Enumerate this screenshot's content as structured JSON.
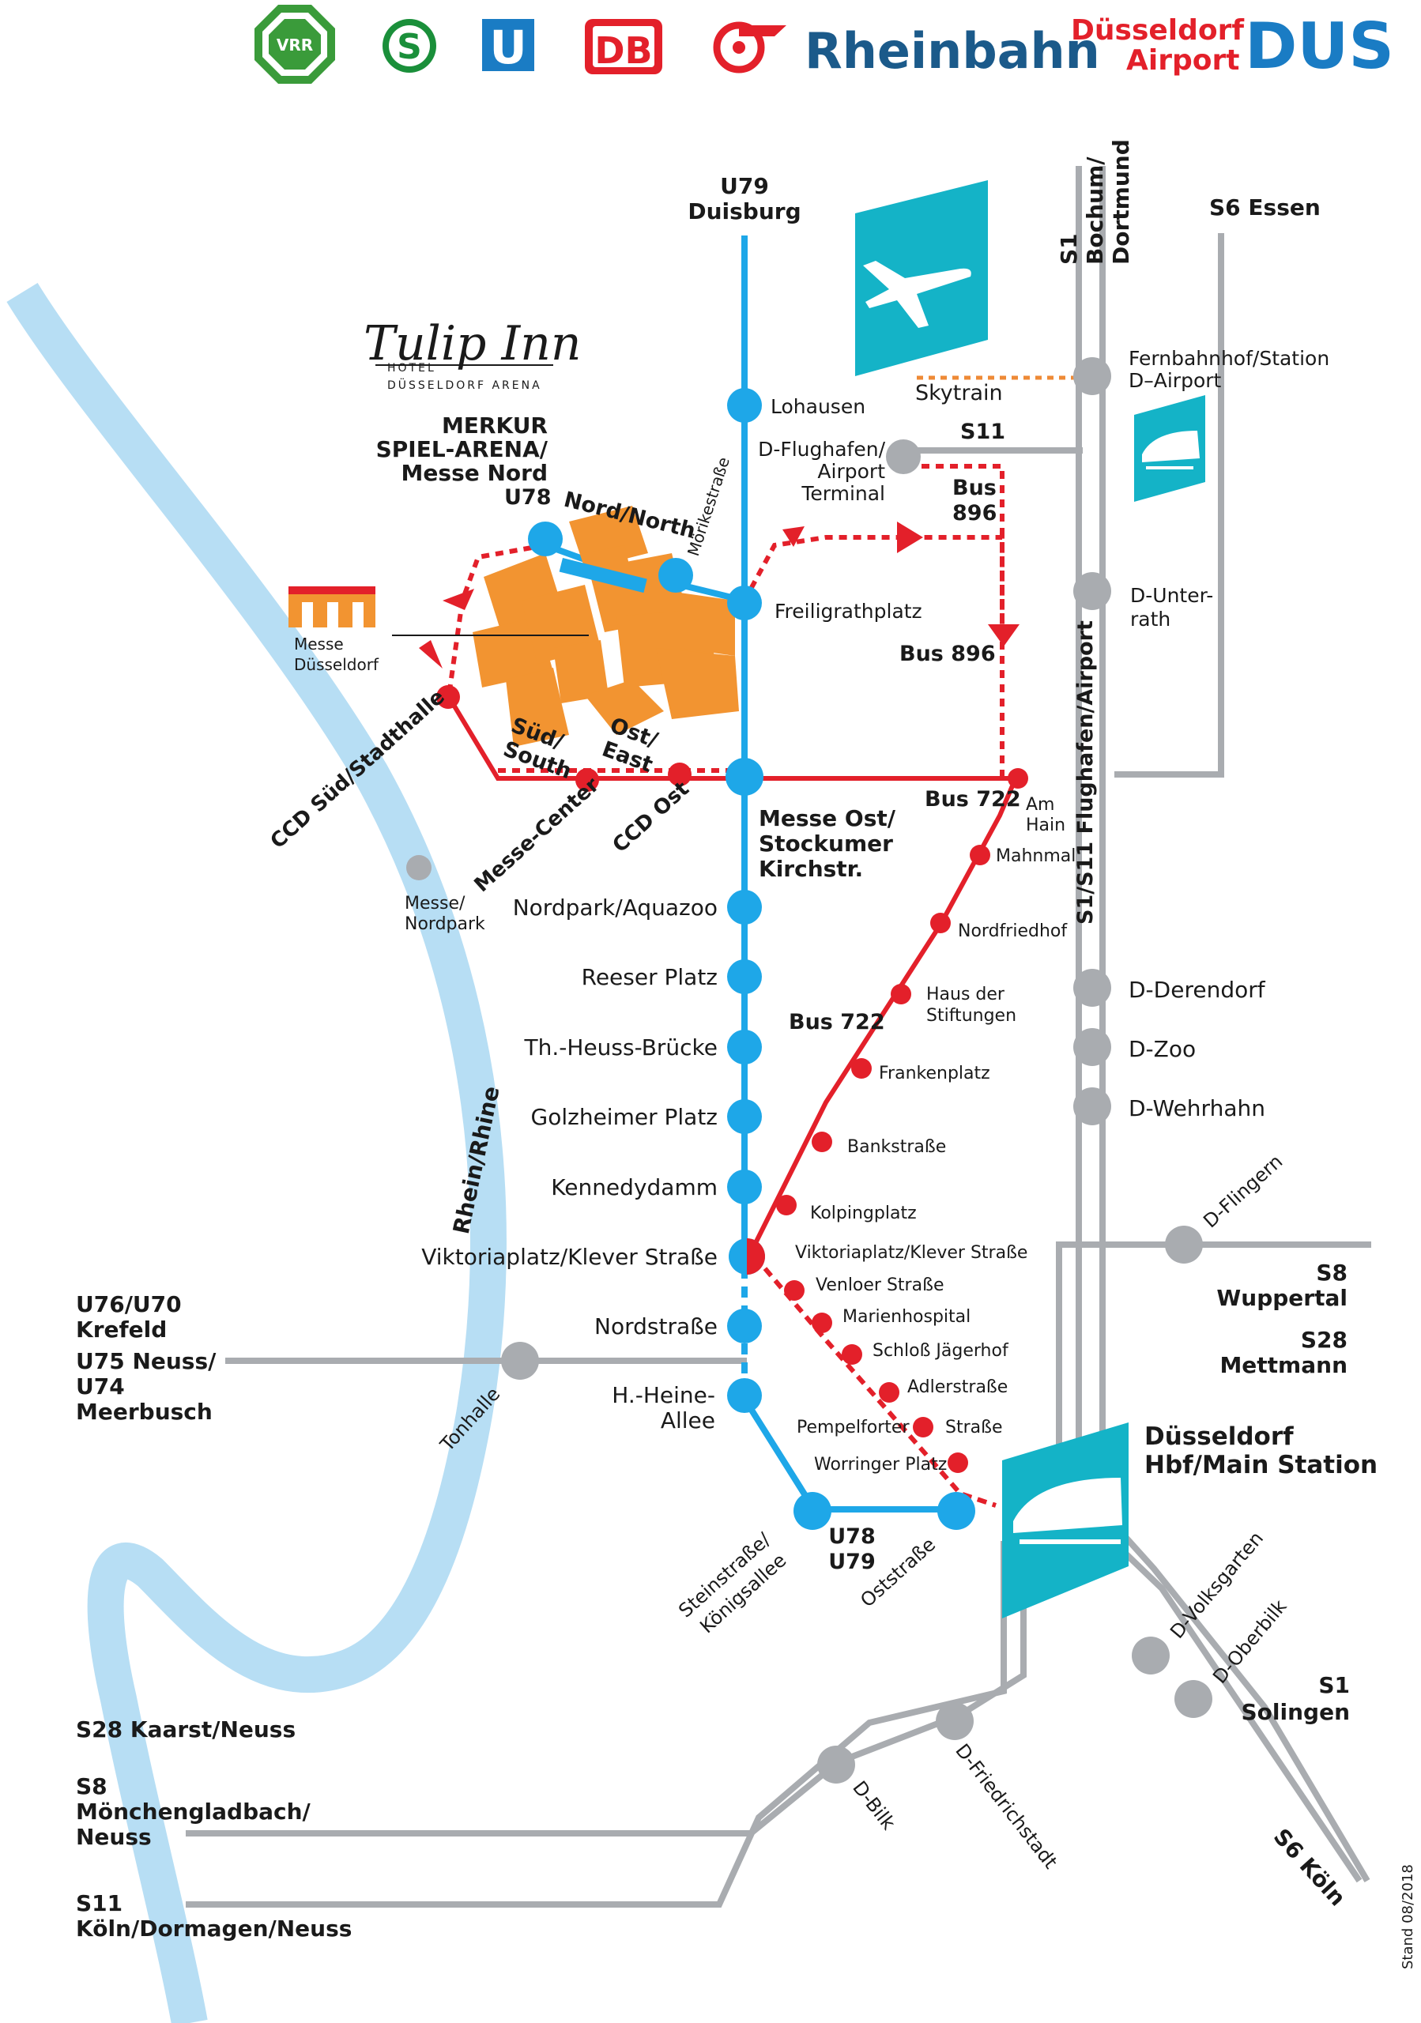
{
  "logos": {
    "vrr": "VRR",
    "sbahn": "S",
    "ubahn": "U",
    "db": "DB",
    "rheinbahn": "Rheinbahn",
    "airport_line1": "Düsseldorf",
    "airport_line2": "Airport",
    "dus": "DUS"
  },
  "hotel": {
    "name": "Tulip Inn",
    "sub1": "HOTEL",
    "sub2": "DÜSSELDORF ARENA"
  },
  "messe_logo": {
    "line1": "Messe",
    "line2": "Düsseldorf"
  },
  "river": {
    "name": "Rhein/Rhine"
  },
  "destinations": {
    "u79_duisburg_1": "U79",
    "u79_duisburg_2": "Duisburg",
    "s1_line1": "S1",
    "s1_line2": "Bochum/",
    "s1_line3": "Dortmund",
    "s6_essen": "S6 Essen",
    "s8_wuppertal_1": "S8",
    "s8_wuppertal_2": "Wuppertal",
    "s28_mettmann_1": "S28",
    "s28_mettmann_2": "Mettmann",
    "u76_1": "U76/U70",
    "u76_2": "Krefeld",
    "u76_3": "U75 Neuss/",
    "u76_4": "U74",
    "u76_5": "Meerbusch",
    "s28_kaarst": "S28 Kaarst/Neuss",
    "s8_mg_1": "S8",
    "s8_mg_2": "Mönchengladbach/",
    "s8_mg_3": "Neuss",
    "s11_1": "S11",
    "s11_2": "Köln/Dormagen/Neuss",
    "s1_solingen_1": "S1",
    "s1_solingen_2": "Solingen",
    "s6_koeln": "S6 Köln"
  },
  "line_labels": {
    "skytrain": "Skytrain",
    "s11": "S11",
    "bus896_a1": "Bus",
    "bus896_a2": "896",
    "bus896_b": "Bus 896",
    "bus722_a": "Bus 722",
    "bus722_b": "Bus 722",
    "s1s11": "S1/S11 Flughafen/Airport",
    "u78u79_1": "U78",
    "u78u79_2": "U79",
    "u78": "U78",
    "nord_north": "Nord/North",
    "sued_1": "Süd/",
    "sued_2": "South",
    "ost_1": "Ost/",
    "ost_2": "East"
  },
  "stations": {
    "lohausen": "Lohausen",
    "flughafen_1": "D-Flughafen/",
    "flughafen_2": "Airport",
    "flughafen_3": "Terminal",
    "fernbahnhof_1": "Fernbahnhof/Station",
    "fernbahnhof_2": "D–Airport",
    "merkur_1": "MERKUR",
    "merkur_2": "SPIEL-ARENA/",
    "merkur_3": "Messe Nord",
    "moerike": "Mörikestraße",
    "freiligrath": "Freiligrathplatz",
    "unterrath_1": "D-Unter-",
    "unterrath_2": "rath",
    "ccd_sued": "CCD Süd/Stadthalle",
    "messe_center": "Messe-Center",
    "ccd_ost": "CCD Ost",
    "messe_ost_1": "Messe Ost/",
    "messe_ost_2": "Stockumer",
    "messe_ost_3": "Kirchstr.",
    "am_hain_1": "Am",
    "am_hain_2": "Hain",
    "mahnmal": "Mahnmal",
    "nordfriedhof": "Nordfriedhof",
    "messe_nordpark_1": "Messe/",
    "messe_nordpark_2": "Nordpark",
    "nordpark": "Nordpark/Aquazoo",
    "reeser": "Reeser Platz",
    "heuss": "Th.-Heuss-Brücke",
    "golzheimer": "Golzheimer Platz",
    "kennedydamm": "Kennedydamm",
    "viktoria_u": "Viktoriaplatz/Klever Straße",
    "viktoria_bus": "Viktoriaplatz/Klever Straße",
    "haus_1": "Haus der",
    "haus_2": "Stiftungen",
    "frankenplatz": "Frankenplatz",
    "bankstrasse": "Bankstraße",
    "kolpingplatz": "Kolpingplatz",
    "venloer": "Venloer Straße",
    "marienhospital": "Marienhospital",
    "schloss": "Schloß Jägerhof",
    "adlerstrasse": "Adlerstraße",
    "pempelforter_1": "Pempelforter",
    "pempelforter_2": "Straße",
    "worringer": "Worringer Platz",
    "derendorf": "D-Derendorf",
    "zoo": "D-Zoo",
    "wehrhahn": "D-Wehrhahn",
    "flingern": "D-Flingern",
    "nordstrasse": "Nordstraße",
    "tonhalle": "Tonhalle",
    "heine_1": "H.-Heine-",
    "heine_2": "Allee",
    "steinstrasse_1": "Steinstraße/",
    "steinstrasse_2": "Königsallee",
    "oststrasse": "Oststraße",
    "hbf_1": "Düsseldorf",
    "hbf_2": "Hbf/Main Station",
    "volksgarten": "D-Volksgarten",
    "oberbilk": "D-Oberbilk",
    "bilk": "D-Bilk",
    "friedrichstadt": "D-Friedrichstadt"
  },
  "footer": {
    "stand": "Stand 08/2018"
  },
  "icons": {
    "airport": "airplane-icon",
    "train_airport": "train-icon",
    "train_hbf": "train-icon"
  },
  "colors": {
    "ubahn": "#1ea7e8",
    "bus": "#e3202a",
    "sbahn": "#a9acb0",
    "skytrain": "#ee8a36",
    "river": "#b7def4",
    "teal": "#14b3c7",
    "messe": "#f29431"
  }
}
